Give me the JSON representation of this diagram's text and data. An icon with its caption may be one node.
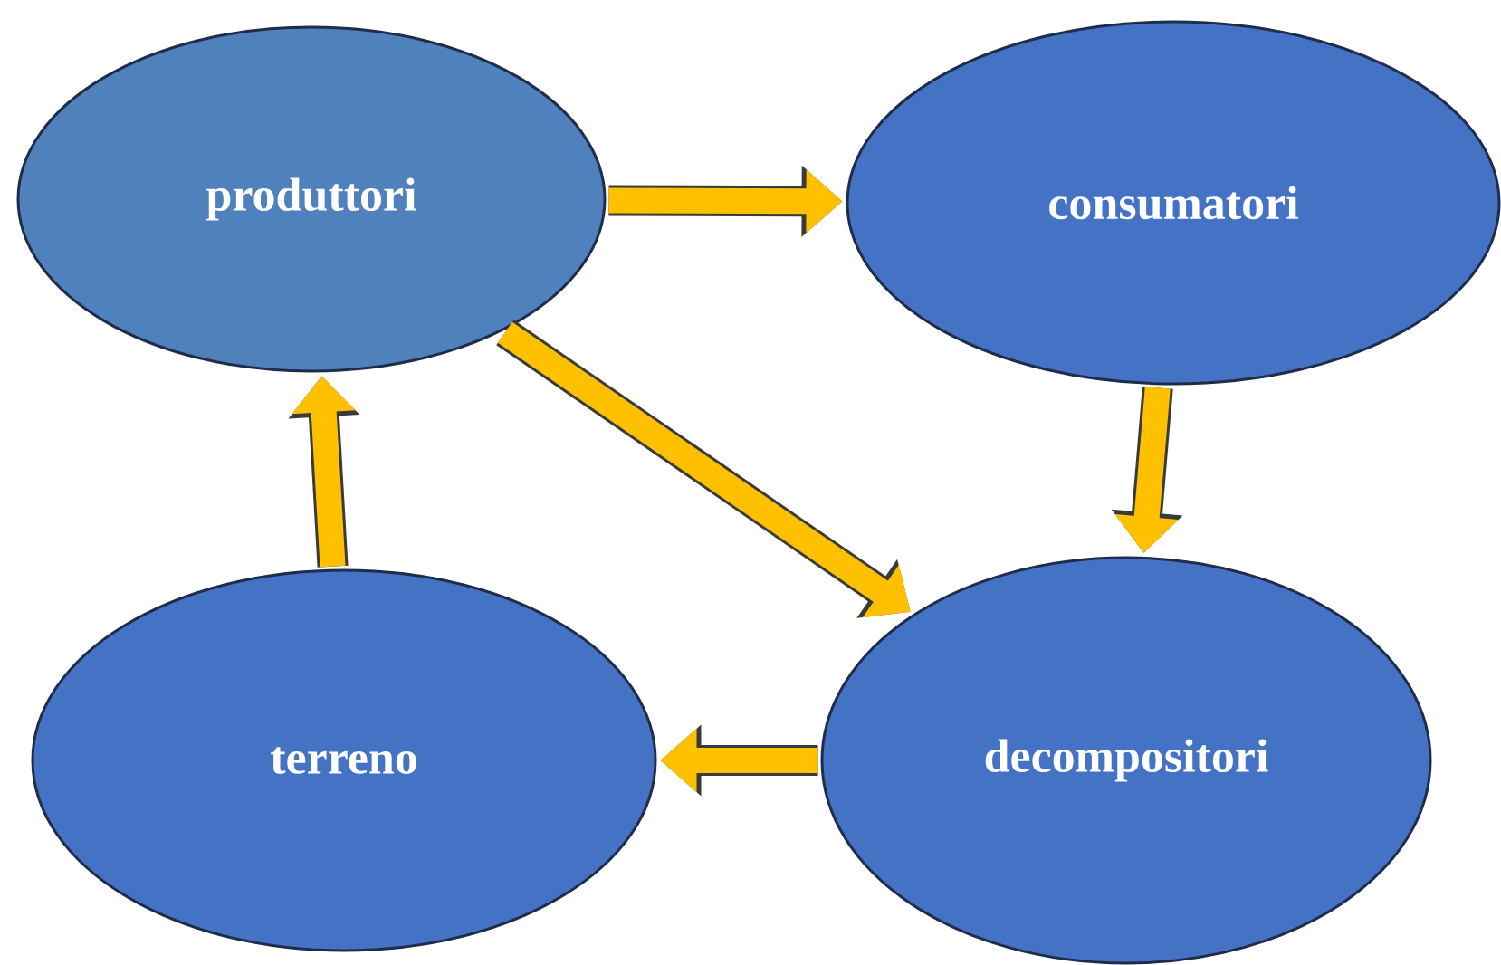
{
  "diagram": {
    "nodes": [
      {
        "text": [
          "produttori"
        ]
      },
      {
        "text": [
          "consumatori"
        ]
      },
      {
        "text": [
          "decompositori"
        ]
      },
      {
        "text": [
          "terreno"
        ]
      }
    ],
    "edges": [
      {
        "from": 0,
        "to": 1,
        "arrow": "to"
      },
      {
        "from": 1,
        "to": 2,
        "arrow": "to"
      },
      {
        "from": 0,
        "to": 2,
        "arrow": "to"
      },
      {
        "from": 2,
        "to": 3,
        "arrow": "to"
      },
      {
        "from": 3,
        "to": 0,
        "arrow": "to"
      }
    ]
  }
}
